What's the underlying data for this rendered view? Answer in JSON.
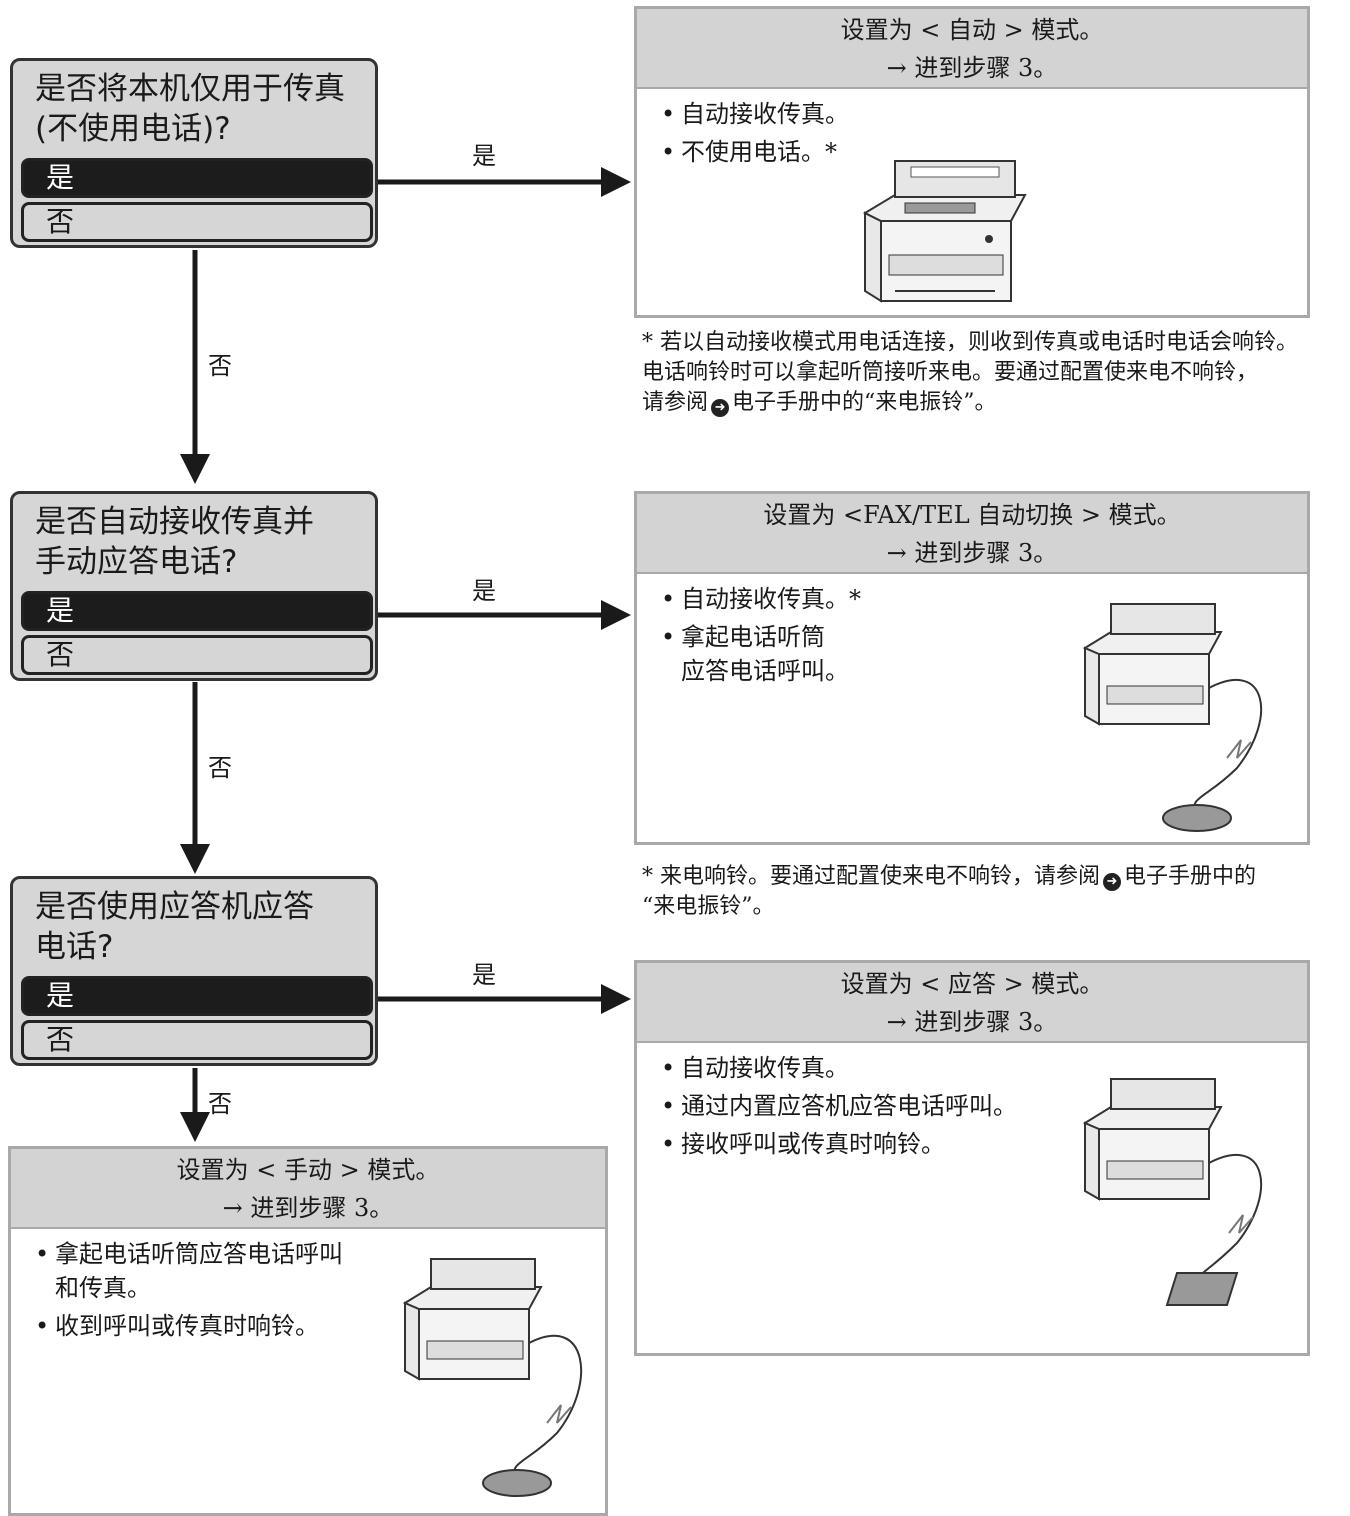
{
  "questions": [
    {
      "text": "是否将本机仅用于传真\n(不使用电话)?",
      "yes": "是",
      "no": "否"
    },
    {
      "text": "是否自动接收传真并\n手动应答电话?",
      "yes": "是",
      "no": "否"
    },
    {
      "text": "是否使用应答机应答\n电话?",
      "yes": "是",
      "no": "否"
    }
  ],
  "arrow_labels": {
    "yes": "是",
    "no": "否"
  },
  "results": {
    "auto": {
      "title": "设置为 < 自动 > 模式。",
      "step": "→ 进到步骤 3。",
      "items": [
        "自动接收传真。",
        "不使用电话。*"
      ],
      "note_before": "* 若以自动接收模式用电话连接，则收到传真或电话时电话会响铃。\n  电话响铃时可以拿起听筒接听来电。要通过配置使来电不响铃，\n  请参阅",
      "note_after": "电子手册中的“来电振铃”。"
    },
    "faxtel": {
      "title": "设置为 <FAX/TEL 自动切换 > 模式。",
      "step": "→ 进到步骤 3。",
      "items": [
        "自动接收传真。*",
        "拿起电话听筒\n应答电话呼叫。"
      ],
      "note_before": "* 来电响铃。要通过配置使来电不响铃，请参阅",
      "note_after": "电子手册中的\n  “来电振铃”。"
    },
    "answer": {
      "title": "设置为 < 应答 > 模式。",
      "step": "→ 进到步骤 3。",
      "items": [
        "自动接收传真。",
        "通过内置应答机应答电话呼叫。",
        "接收呼叫或传真时响铃。"
      ]
    },
    "manual": {
      "title": "设置为 < 手动 > 模式。",
      "step": "→ 进到步骤 3。",
      "items": [
        "拿起电话听筒应答电话呼叫\n和传真。",
        "收到呼叫或传真时响铃。"
      ]
    }
  },
  "icons": {
    "note_arrow": "circle-arrow-icon"
  }
}
